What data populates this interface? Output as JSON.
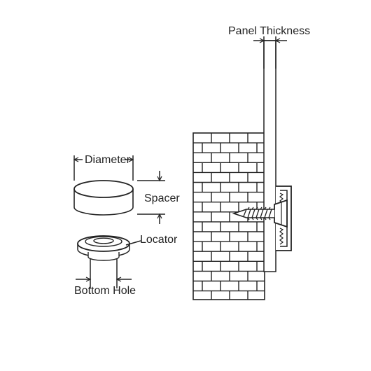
{
  "labels": {
    "panel_thickness": "Panel Thickness",
    "diameter": "Diameter",
    "spacer": "Spacer",
    "locator": "Locator",
    "bottom_hole": "Bottom Hole"
  },
  "colors": {
    "line": "#222222",
    "background": "#ffffff"
  }
}
